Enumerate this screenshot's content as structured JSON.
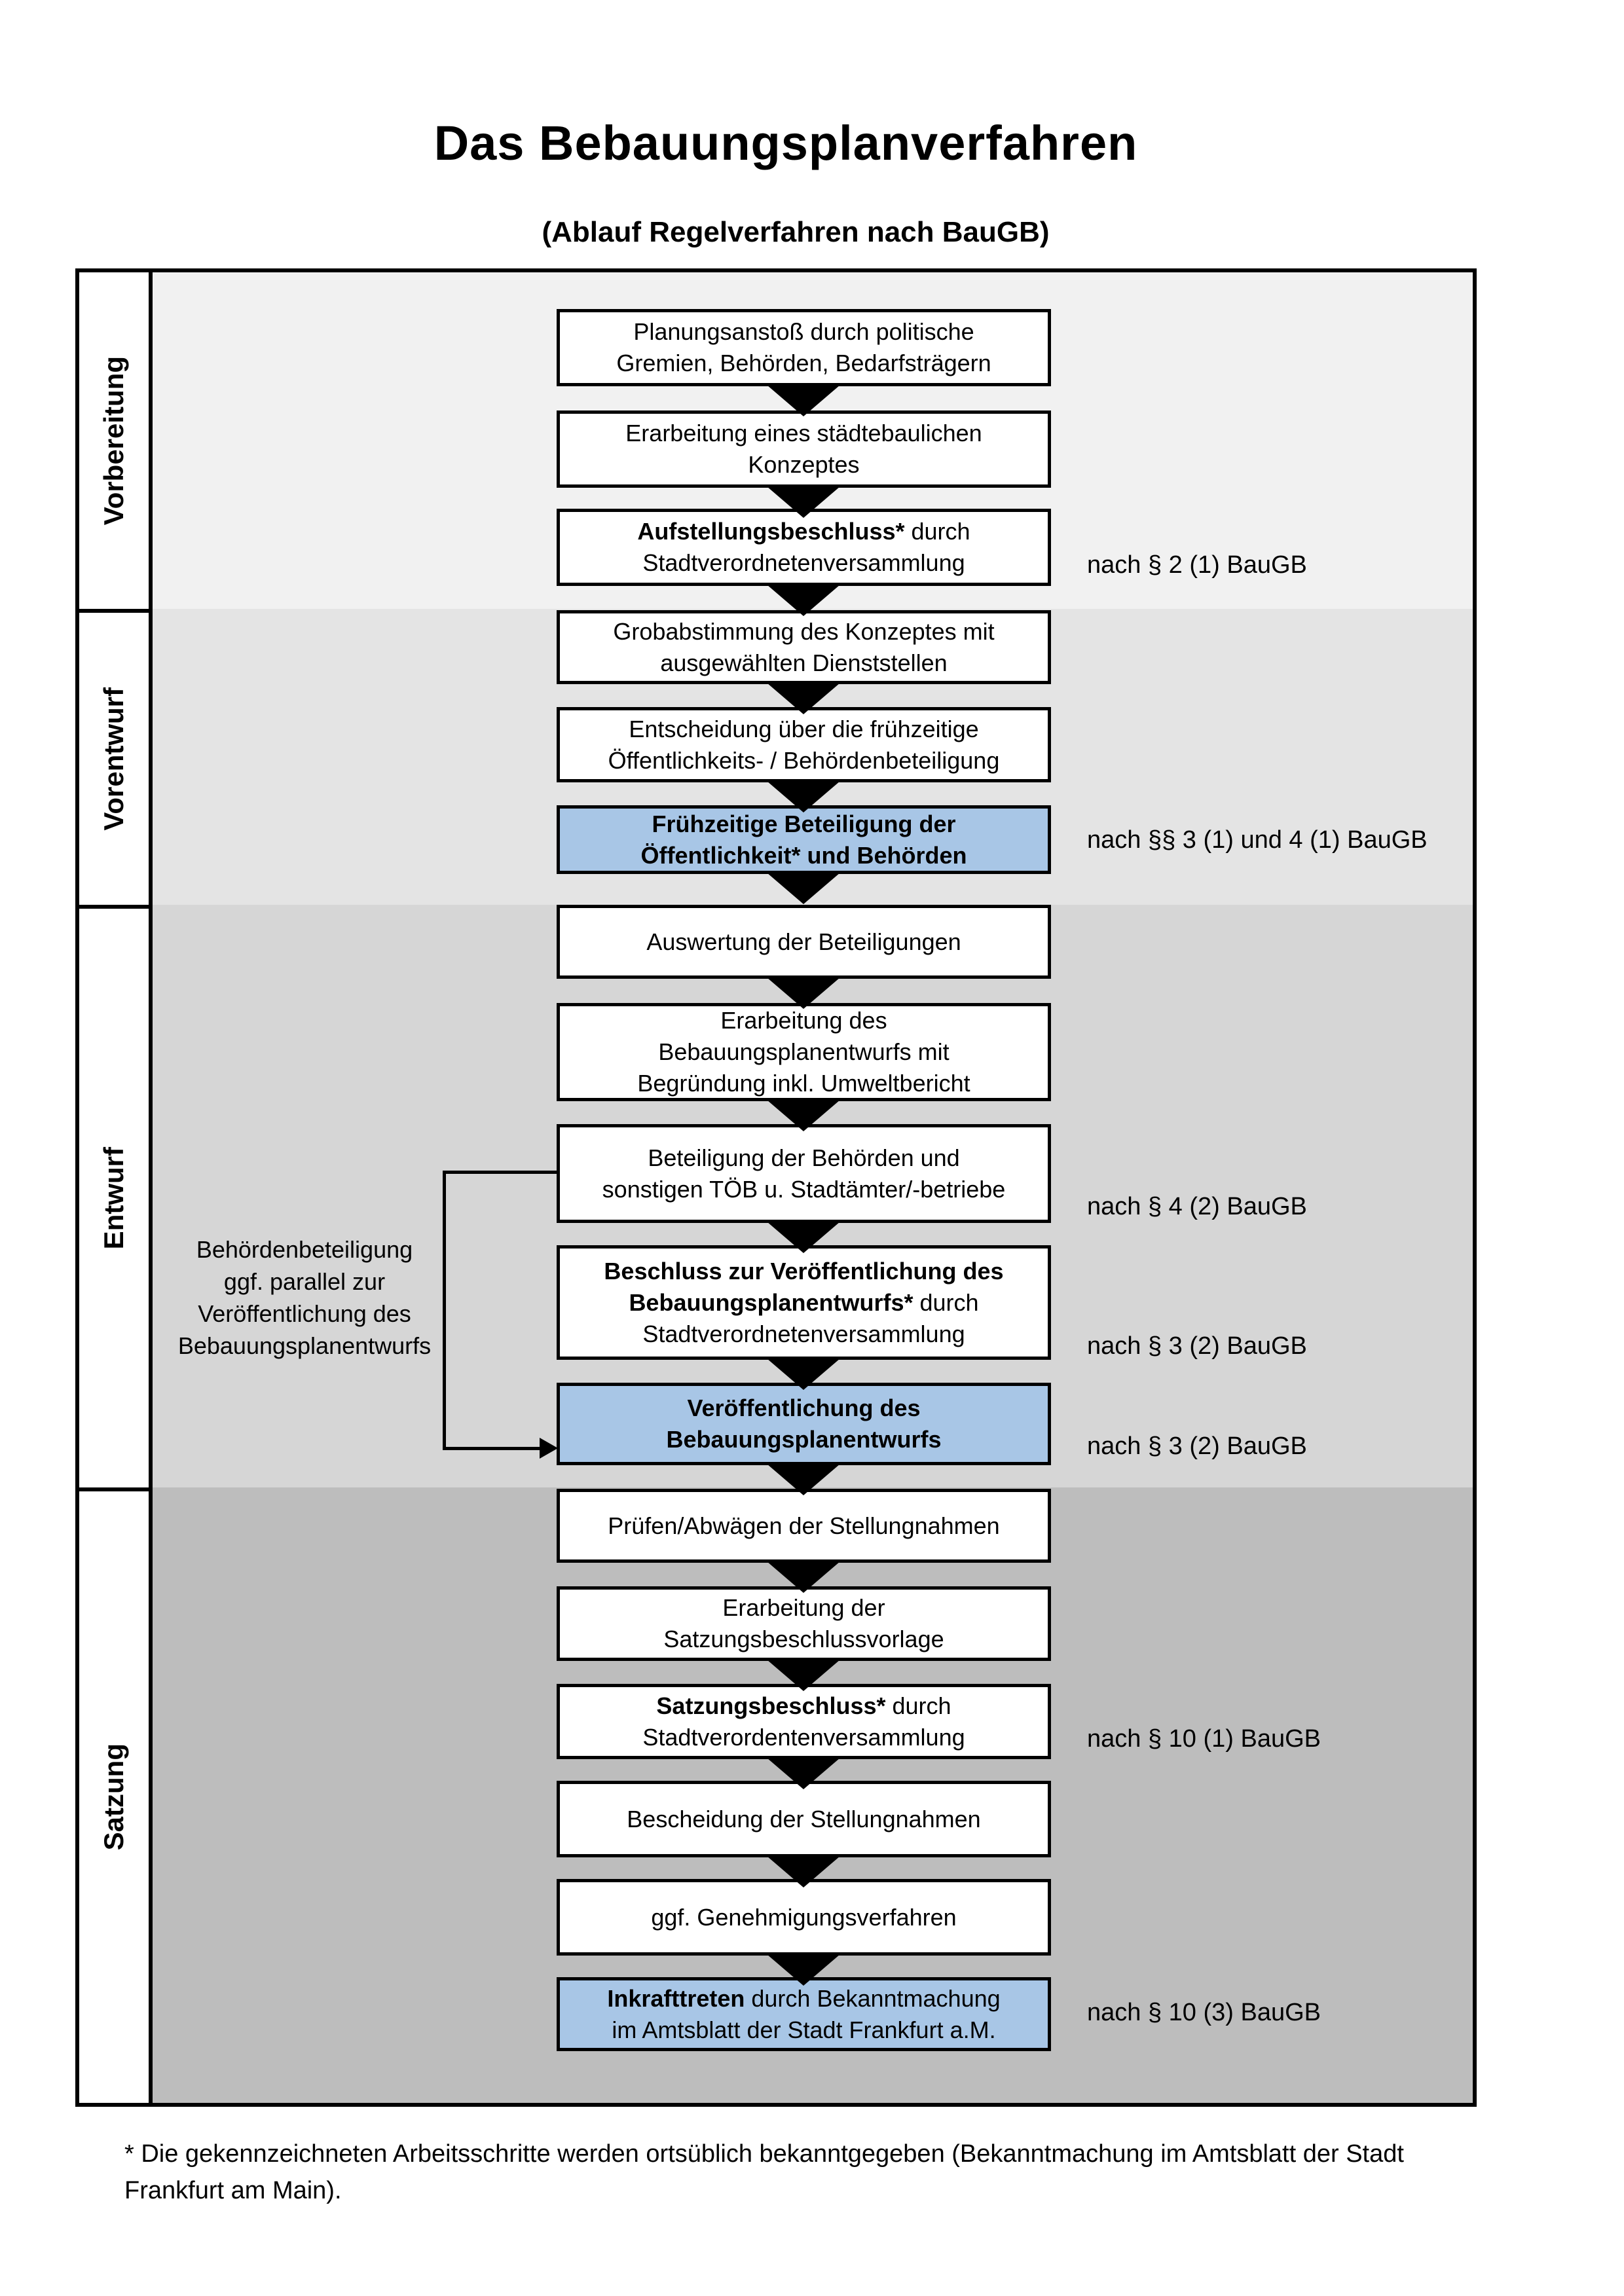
{
  "title": "Das Bebauungsplanverfahren",
  "subtitle": "(Ablauf Regelverfahren nach BauGB)",
  "colors": {
    "highlight": "#a8c6e6",
    "band1": "#f1f1f1",
    "band2": "#e4e4e4",
    "band3": "#d6d6d6",
    "band4": "#bdbdbd",
    "border": "#000000"
  },
  "sections": [
    {
      "label": "Vorbereitung"
    },
    {
      "label": "Vorentwurf"
    },
    {
      "label": "Entwurf"
    },
    {
      "label": "Satzung"
    }
  ],
  "steps": [
    {
      "id": "planungsanstoss",
      "highlight": false,
      "segments": [
        {
          "t": "Planungsanstoß durch politische\nGremien, Behörden, Bedarfsträgern",
          "b": false
        }
      ]
    },
    {
      "id": "konzept-erarbeitung",
      "highlight": false,
      "segments": [
        {
          "t": "Erarbeitung eines städtebaulichen\nKonzeptes",
          "b": false
        }
      ]
    },
    {
      "id": "aufstellungsbeschluss",
      "highlight": false,
      "segments": [
        {
          "t": "Aufstellungsbeschluss*",
          "b": true
        },
        {
          "t": " durch\nStadtverordnetenversammlung",
          "b": false
        }
      ]
    },
    {
      "id": "grobabstimmung",
      "highlight": false,
      "segments": [
        {
          "t": "Grobabstimmung des Konzeptes mit\nausgewählten Dienststellen",
          "b": false
        }
      ]
    },
    {
      "id": "entscheidung-beteiligung",
      "highlight": false,
      "segments": [
        {
          "t": "Entscheidung über die frühzeitige\nÖffentlichkeits- / Behördenbeteiligung",
          "b": false
        }
      ]
    },
    {
      "id": "fruehzeitige-beteiligung",
      "highlight": true,
      "segments": [
        {
          "t": "Frühzeitige Beteiligung der\nÖffentlichkeit* und Behörden",
          "b": true
        }
      ]
    },
    {
      "id": "auswertung-beteiligungen",
      "highlight": false,
      "segments": [
        {
          "t": "Auswertung der Beteiligungen",
          "b": false
        }
      ]
    },
    {
      "id": "entwurf-erarbeitung",
      "highlight": false,
      "segments": [
        {
          "t": "Erarbeitung des\nBebauungsplanentwurfs mit\nBegründung inkl. Umweltbericht",
          "b": false
        }
      ]
    },
    {
      "id": "behoerden-beteiligung",
      "highlight": false,
      "segments": [
        {
          "t": "Beteiligung der Behörden und\nsonstigen TÖB u. Stadtämter/-betriebe",
          "b": false
        }
      ]
    },
    {
      "id": "veroeffentlichungs-beschluss",
      "highlight": false,
      "segments": [
        {
          "t": "Beschluss zur Veröffentlichung des\nBebauungsplanentwurfs*",
          "b": true
        },
        {
          "t": " durch\nStadtverordnetenversammlung",
          "b": false
        }
      ]
    },
    {
      "id": "veroeffentlichung-entwurf",
      "highlight": true,
      "segments": [
        {
          "t": "Veröffentlichung des\nBebauungsplanentwurfs",
          "b": true
        }
      ]
    },
    {
      "id": "pruefen-abwaegen",
      "highlight": false,
      "segments": [
        {
          "t": "Prüfen/Abwägen der Stellungnahmen",
          "b": false
        }
      ]
    },
    {
      "id": "satzungsbeschlussvorlage",
      "highlight": false,
      "segments": [
        {
          "t": "Erarbeitung der\nSatzungsbeschlussvorlage",
          "b": false
        }
      ]
    },
    {
      "id": "satzungsbeschluss",
      "highlight": false,
      "segments": [
        {
          "t": "Satzungsbeschluss*",
          "b": true
        },
        {
          "t": " durch\nStadtverordentenversammlung",
          "b": false
        }
      ]
    },
    {
      "id": "bescheidung",
      "highlight": false,
      "segments": [
        {
          "t": "Bescheidung der Stellungnahmen",
          "b": false
        }
      ]
    },
    {
      "id": "genehmigungsverfahren",
      "highlight": false,
      "segments": [
        {
          "t": "ggf. Genehmigungsverfahren",
          "b": false
        }
      ]
    },
    {
      "id": "inkrafttreten",
      "highlight": true,
      "segments": [
        {
          "t": "Inkrafttreten",
          "b": true
        },
        {
          "t": " durch Bekanntmachung\nim Amtsblatt der Stadt Frankfurt a.M.",
          "b": false
        }
      ]
    }
  ],
  "legal_refs": [
    {
      "text": "nach § 2 (1) BauGB"
    },
    {
      "text": "nach §§ 3 (1) und 4 (1) BauGB"
    },
    {
      "text": "nach § 4 (2) BauGB"
    },
    {
      "text": "nach § 3 (2) BauGB"
    },
    {
      "text": "nach § 3 (2) BauGB"
    },
    {
      "text": "nach § 10 (1) BauGB"
    },
    {
      "text": "nach § 10 (3) BauGB"
    }
  ],
  "side_note": {
    "lines": [
      "Behördenbeteiligung",
      "ggf. parallel zur",
      "Veröffentlichung des",
      "Bebauungsplanentwurfs"
    ]
  },
  "footnote": {
    "lines": [
      "* Die gekennzeichneten Arbeitsschritte werden ortsüblich bekanntgegeben (Bekanntmachung im Amtsblatt  der Stadt",
      "Frankfurt am Main)."
    ]
  }
}
